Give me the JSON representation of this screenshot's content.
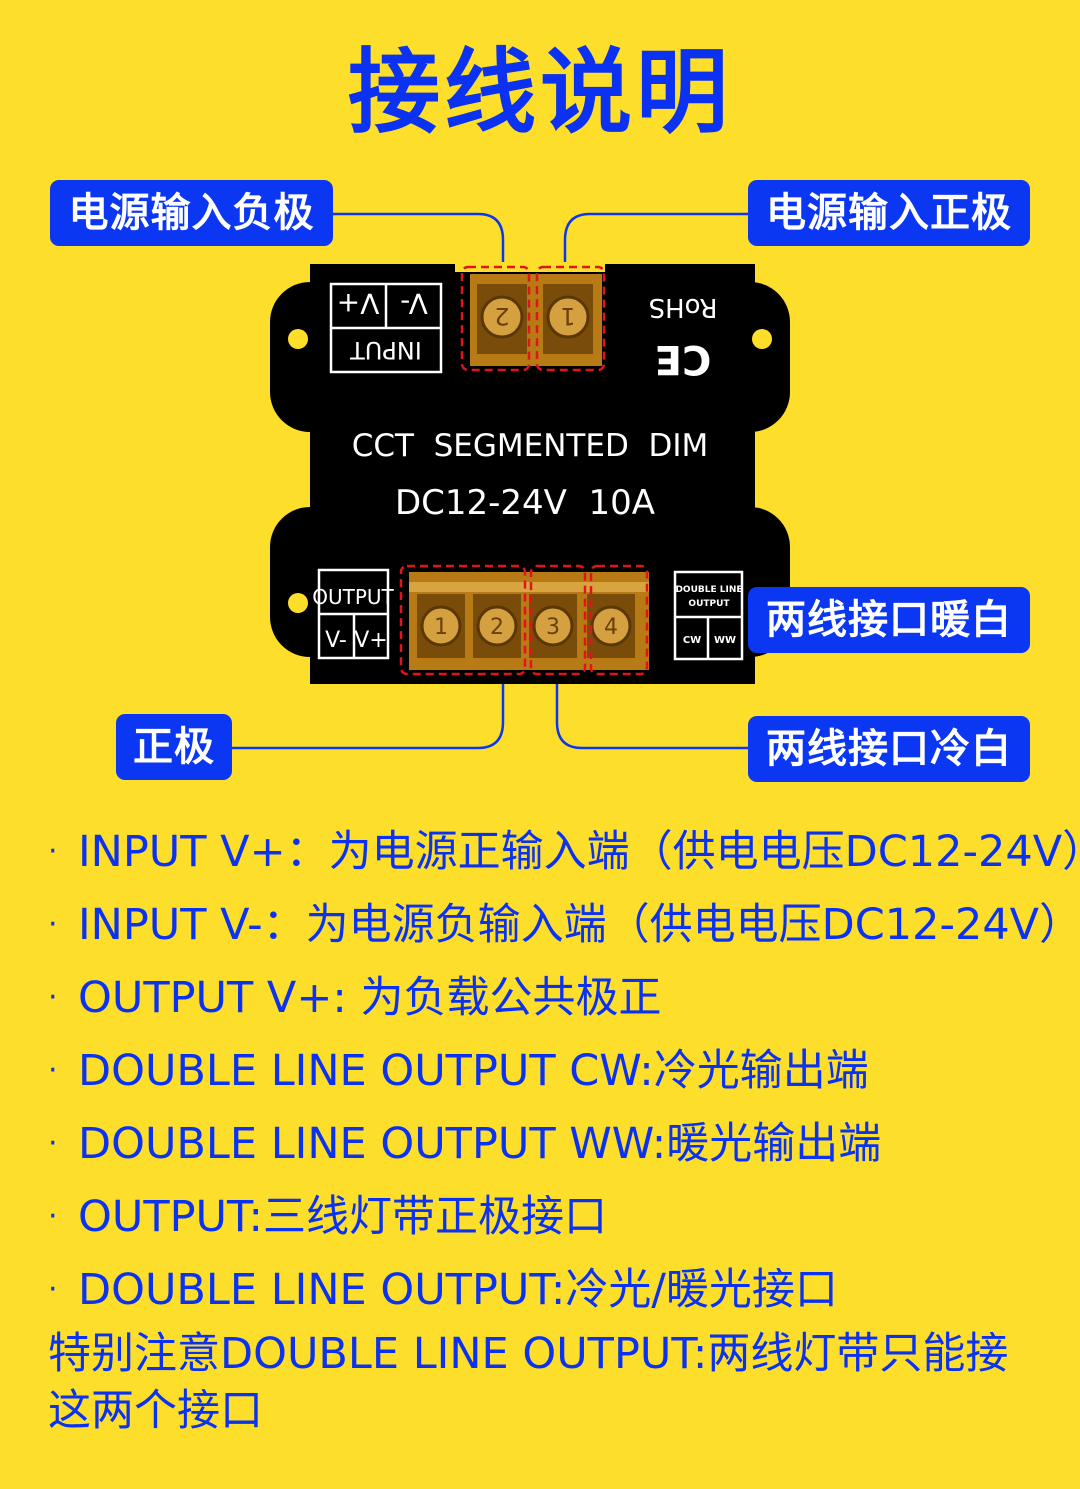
{
  "title": "接线说明",
  "labels": {
    "input_negative": "电源输入负极",
    "input_positive": "电源输入正极",
    "two_wire_warm": "两线接口暖白",
    "positive": "正极",
    "two_wire_cold": "两线接口冷白"
  },
  "device": {
    "input_box": {
      "v_minus": "V-",
      "v_plus": "V+",
      "label": "INPUT"
    },
    "rohs": "RoHS",
    "ce": "CE",
    "model": "CCT  SEGMENTED  DIM",
    "rating": "DC12-24V  10A",
    "output_box": {
      "label": "OUTPUT",
      "v_minus": "V-",
      "v_plus": "V+"
    },
    "double_line_box": {
      "label1": "DOUBLE LINE",
      "label2": "OUTPUT",
      "cw": "CW",
      "ww": "WW"
    },
    "input_terminals": [
      "2",
      "1"
    ],
    "output_terminals": [
      "1",
      "2",
      "3",
      "4"
    ]
  },
  "bullets": [
    "INPUT V+：为电源正输入端（供电电压DC12-24V）",
    "INPUT V-：为电源负输入端（供电电压DC12-24V）",
    "OUTPUT V+: 为负载公共极正",
    "DOUBLE LINE OUTPUT CW:冷光输出端",
    "DOUBLE LINE OUTPUT WW:暖光输出端",
    "OUTPUT:三线灯带正极接口",
    "DOUBLE LINE OUTPUT:冷光/暖光接口"
  ],
  "bullet_symbol": "·",
  "note": "特别注意DOUBLE LINE OUTPUT:两线灯带只能接这两个接口",
  "colors": {
    "background": "#FDDE2B",
    "accent": "#0B37F2",
    "device": "#000000",
    "highlight": "#E0141C"
  }
}
